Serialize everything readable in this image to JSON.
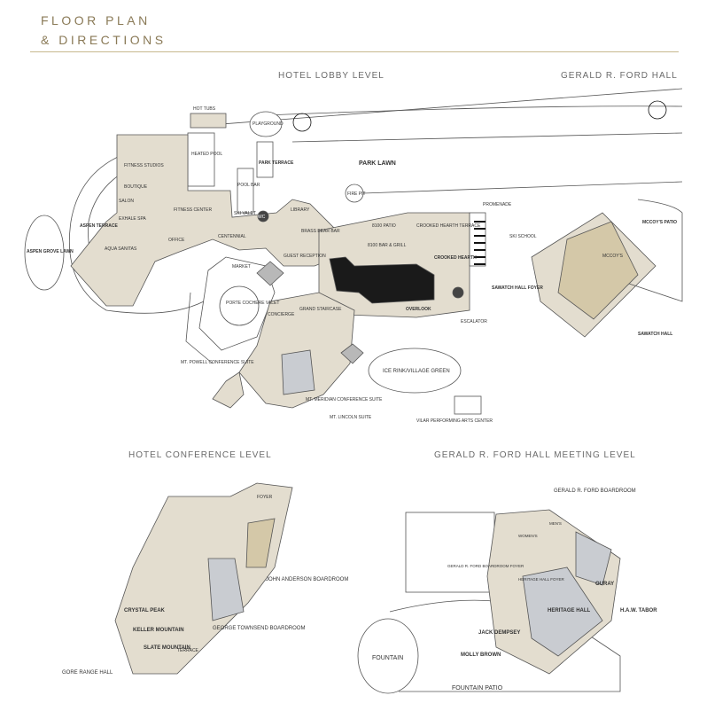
{
  "header": {
    "title_line1": "FLOOR PLAN",
    "title_line2": "& DIRECTIONS"
  },
  "sections": {
    "lobby": "HOTEL LOBBY LEVEL",
    "ford_hall": "GERALD R. FORD HALL",
    "conference": "HOTEL CONFERENCE LEVEL",
    "ford_meeting": "GERALD R. FORD HALL MEETING LEVEL"
  },
  "lobby_labels": {
    "hot_tubs": "HOT TUBS",
    "playground": "PLAYGROUND",
    "heated_pool": "HEATED POOL",
    "fitness_studios": "FITNESS STUDIOS",
    "boutique": "BOUTIQUE",
    "salon": "SALON",
    "fitness_center": "FITNESS CENTER",
    "exhale_spa": "EXHALE SPA",
    "aspen_terrace": "ASPEN TERRACE",
    "aspen_grove_lawn": "ASPEN GROVE LAWN",
    "aqua_sanitas": "AQUA SANITAS",
    "ski_valet": "SKI VALET",
    "pool_bar": "POOL BAR",
    "park_terrace": "PARK TERRACE",
    "park_lawn": "PARK LAWN",
    "fire_pit": "FIRE PIT",
    "library": "LIBRARY",
    "brass_bear_bar": "BRASS BEAR BAR",
    "promenade": "PROMENADE",
    "patio_8100": "8100 PATIO",
    "crooked_hearth_terrace": "CROOKED HEARTH TERRACE",
    "bar_grill_8100": "8100 BAR & GRILL",
    "crooked_hearth": "CROOKED HEARTH",
    "ski_school": "SKI SCHOOL",
    "mccoys_patio": "MCCOY'S PATIO",
    "mccoys": "MCCOY'S",
    "guest_reception": "GUEST RECEPTION",
    "market": "MARKET",
    "porte_cochere_valet": "PORTE COCHERE VALET",
    "concierge": "CONCIERGE",
    "grand_staircase": "GRAND STAIRCASE",
    "overlook": "OVERLOOK",
    "escalator": "ESCALATOR",
    "sawatch_hall_foyer": "SAWATCH HALL FOYER",
    "sawatch_hall": "SAWATCH HALL",
    "ice_rink": "ICE RINK/VILLAGE GREEN",
    "vilar_center": "VILAR PERFORMING ARTS CENTER",
    "mt_powell": "MT. POWELL CONFERENCE SUITE",
    "mt_meridian": "MT. MERIDIAN CONFERENCE SUITE",
    "mt_lincoln": "MT. LINCOLN SUITE",
    "office": "OFFICE",
    "centennial": "CENTENNIAL",
    "wc": "WC"
  },
  "conference_labels": {
    "crystal_peak": "CRYSTAL PEAK",
    "keller_mountain": "KELLER MOUNTAIN",
    "slate_mountain": "SLATE MOUNTAIN",
    "gore_range_hall": "GORE RANGE HALL",
    "george_townsend": "GEORGE TOWNSEND BOARDROOM",
    "john_anderson": "JOHN ANDERSON BOARDROOM",
    "foyer": "FOYER",
    "terrace": "TERRACE"
  },
  "ford_labels": {
    "ford_boardroom": "GERALD R. FORD BOARDROOM",
    "ford_boardroom_foyer": "GERALD R. FORD BOARDROOM FOYER",
    "heritage_hall": "HERITAGE HALL",
    "heritage_hall_foyer": "HERITAGE HALL FOYER",
    "ouray": "OURAY",
    "haw_tabor": "H.A.W. TABOR",
    "jack_dempsey": "JACK DEMPSEY",
    "molly_brown": "MOLLY BROWN",
    "fountain": "FOUNTAIN",
    "fountain_patio": "FOUNTAIN PATIO",
    "womens": "WOMEN'S",
    "mens": "MEN'S"
  }
}
